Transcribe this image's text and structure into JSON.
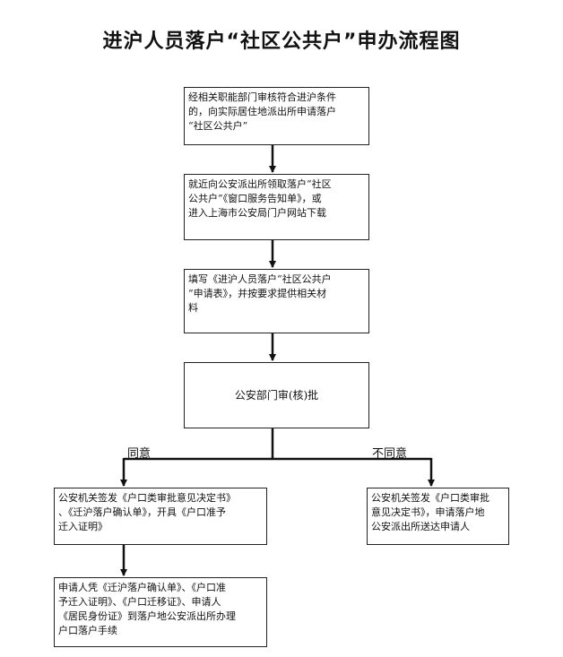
{
  "title": "进沪人员落户“社区公共户”申办流程图",
  "steps": [
    {
      "id": "step1",
      "lines": [
        "经相关职能部门审核符合进沪条件",
        "的，向实际居住地派出所申请落户",
        "“社区公共户”"
      ]
    },
    {
      "id": "step2",
      "lines": [
        "就近向公安派出所领取落户“社区",
        "公共户”《窗口服务告知单》，或",
        "进入上海市公安局门户网站下载"
      ]
    },
    {
      "id": "step3",
      "lines": [
        "填写《进沪人员落户“社区公共户",
        "”申请表》，并按要求提供相关材",
        "料"
      ]
    },
    {
      "id": "step4",
      "lines": [
        "公安部门审(核)批"
      ]
    },
    {
      "id": "step5",
      "lines": [
        "公安机关签发《户口类审批意见决定书》",
        "、《迁沪落户确认单》，开具《户口准予",
        "迁入证明》"
      ]
    },
    {
      "id": "step6",
      "lines": [
        "公安机关签发《户口类审批",
        "意见决定书》，申请落户地",
        "公安派出所送达申请人"
      ]
    },
    {
      "id": "step7",
      "lines": [
        "申请人凭《迁沪落户确认单》、《户口准",
        "予迁入证明》、《户口迁移证》、申请人",
        "《居民身份证》到落户地公安派出所办理",
        "户口落户手续"
      ]
    }
  ],
  "branches": {
    "agree": "同意",
    "disagree": "不同意"
  }
}
